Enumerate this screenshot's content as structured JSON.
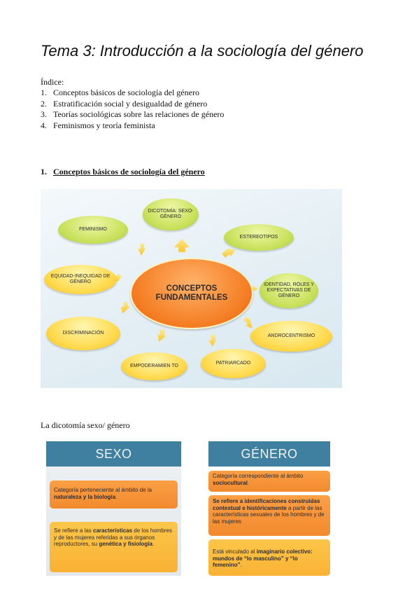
{
  "title": "Tema 3: Introducción a la sociología del género",
  "index": {
    "label": "Índice:",
    "items": [
      {
        "num": "1.",
        "text": "Conceptos básicos de sociología del género"
      },
      {
        "num": "2.",
        "text": "Estratificación social y desigualdad de género"
      },
      {
        "num": "3.",
        "text": "Teorías sociológicas sobre las relaciones de género"
      },
      {
        "num": "4.",
        "text": "Feminismos y teoría feminista"
      }
    ]
  },
  "section1": {
    "num": "1.",
    "text": "Conceptos básicos de sociología del género"
  },
  "diagram": {
    "center": "CONCEPTOS FUNDAMENTALES",
    "nodes": {
      "dicotomia": "DICOTOMÍA: SEXO-GÉNERO",
      "estereotipos": "ESTEREOTIPOS",
      "identidad": "IDENTIDAD, ROLES Y EXPECTATIVAS DE GÉNERO",
      "androcentrismo": "ANDROCENTRISMO",
      "patriarcado": "PATRIARCADO",
      "empoderamiento": "EMPODERAMIEN TO",
      "discriminacion": "DISCRIMINACIÓN",
      "equidad": "EQUIDAD-INEQUIDAD DE GÉNERO",
      "feminismo": "FEMINISMO"
    },
    "colors": {
      "green": "#c8e05a",
      "yellow": "#ffd94a",
      "orange": "#f47b20",
      "arrow": "#fcd640"
    }
  },
  "dicotomia": {
    "label": "La dicotomía sexo/ género",
    "sexo": {
      "header": "SEXO",
      "box1": {
        "pre": "Categoría perteneciente al ámbito de la ",
        "bold": "naturaleza y la biología",
        "post": "."
      },
      "box2": {
        "pre": "Se refiere a las ",
        "bold1": "características",
        "mid": " de los hombres y de las mujeres referidas a sus órganos reproductores, su ",
        "bold2": "genética y fisiología",
        "post": "."
      }
    },
    "genero": {
      "header": "GÉNERO",
      "box1": {
        "pre": "Categoría correspondiente al ámbito ",
        "bold": "sociocultural",
        "post": "."
      },
      "box2": {
        "bold": "Se refiere a identificaciones construidas contextual e históricamente",
        "post": " a partir de las características sexuales de los hombres y de las mujeres"
      },
      "box3": {
        "pre": "Está vinculado al ",
        "bold": "imaginario colectivo: mundos de “lo masculino” y “lo femenino”",
        "post": "."
      }
    },
    "colors": {
      "header": "#3f7f9f",
      "orange": "#f28a2e",
      "gold": "#f9b233"
    }
  }
}
